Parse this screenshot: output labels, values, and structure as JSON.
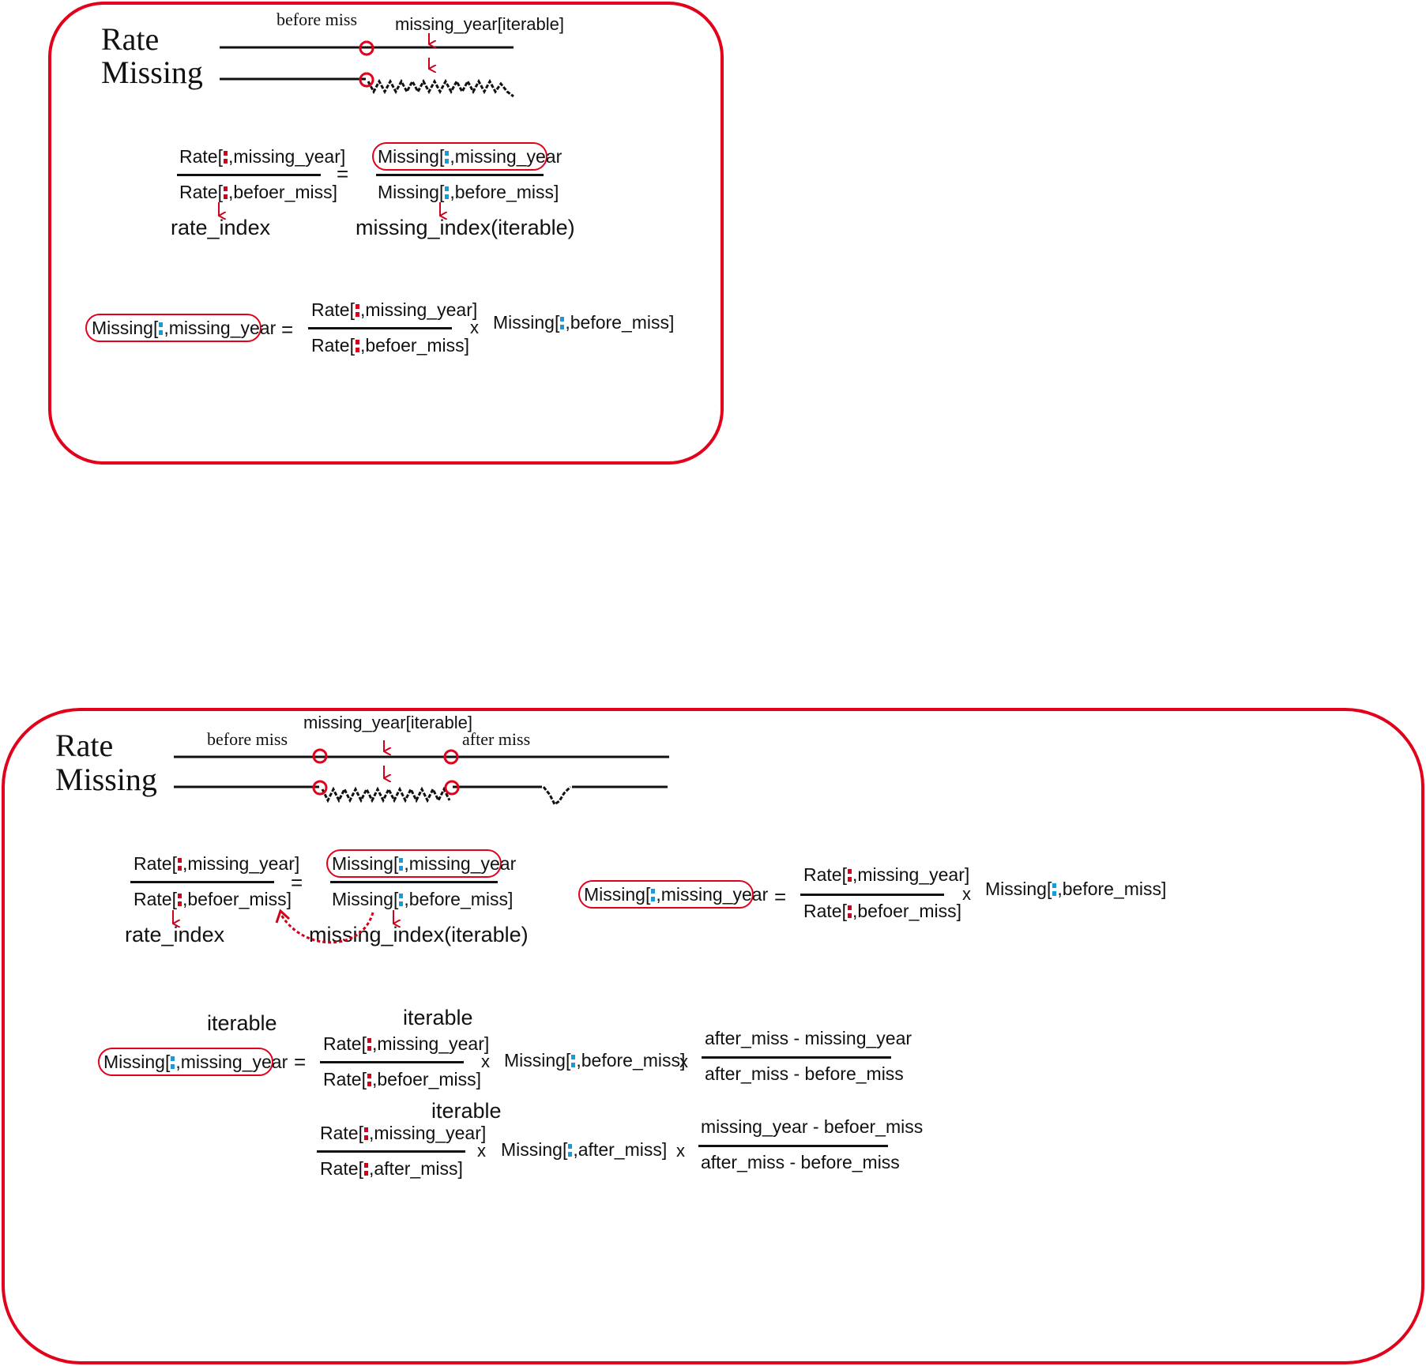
{
  "colors": {
    "accent": "#e3001b",
    "index_red": "#d0021b",
    "index_blue": "#1a9ad6"
  },
  "panel1": {
    "rate_label": "Rate",
    "missing_label": "Missing",
    "before_miss": "before  miss",
    "missing_year_iterable": "missing_year[iterable]",
    "eq1": {
      "num_left_a": "Rate[",
      "num_left_b": ",missing_year]",
      "den_left_a": "Rate[",
      "den_left_b": ",befoer_miss]",
      "num_right_a": "Missing[",
      "num_right_b": ",missing_year",
      "den_right_a": "Missing[",
      "den_right_b": ",before_miss]",
      "equals": "=",
      "rate_index": "rate_index",
      "missing_index": "missing_index(iterable)"
    },
    "eq2": {
      "lhs_a": "Missing[",
      "lhs_b": ",missing_year",
      "equals": "=",
      "num_a": "Rate[",
      "num_b": ",missing_year]",
      "den_a": "Rate[",
      "den_b": ",befoer_miss]",
      "times": "x",
      "mult_a": "Missing[",
      "mult_b": ",before_miss]"
    }
  },
  "panel2": {
    "rate_label": "Rate",
    "missing_label": "Missing",
    "before_miss": "before  miss",
    "missing_year_iterable": "missing_year[iterable]",
    "after_miss": "after  miss",
    "eq1": {
      "num_left_a": "Rate[",
      "num_left_b": ",missing_year]",
      "den_left_a": "Rate[",
      "den_left_b": ",befoer_miss]",
      "num_right_a": "Missing[",
      "num_right_b": ",missing_year",
      "den_right_a": "Missing[",
      "den_right_b": ",before_miss]",
      "equals": "=",
      "rate_index": "rate_index",
      "missing_index": "missing_index(iterable)"
    },
    "eq2": {
      "lhs_a": "Missing[",
      "lhs_b": ",missing_year",
      "equals": "=",
      "num_a": "Rate[",
      "num_b": ",missing_year]",
      "den_a": "Rate[",
      "den_b": ",befoer_miss]",
      "times": "x",
      "mult_a": "Missing[",
      "mult_b": ",before_miss]"
    },
    "eq3": {
      "iterable_lhs": "iterable",
      "lhs_a": "Missing[",
      "lhs_b": ",missing_year",
      "equals": "=",
      "iterable_1": "iterable",
      "r1_num_a": "Rate[",
      "r1_num_b": ",missing_year]",
      "r1_den_a": "Rate[",
      "r1_den_b": ",befoer_miss]",
      "times": "x",
      "r1_mult_a": "Missing[",
      "r1_mult_b": ",before_miss]",
      "r1_w_num": "after_miss - missing_year",
      "r1_w_den": "after_miss - before_miss",
      "iterable_2": "iterable",
      "r2_num_a": "Rate[",
      "r2_num_b": ",missing_year]",
      "r2_den_a": "Rate[",
      "r2_den_b": ",after_miss]",
      "r2_mult_a": "Missing[",
      "r2_mult_b": ",after_miss]",
      "r2_w_num": "missing_year - befoer_miss",
      "r2_w_den": "after_miss - before_miss"
    }
  }
}
